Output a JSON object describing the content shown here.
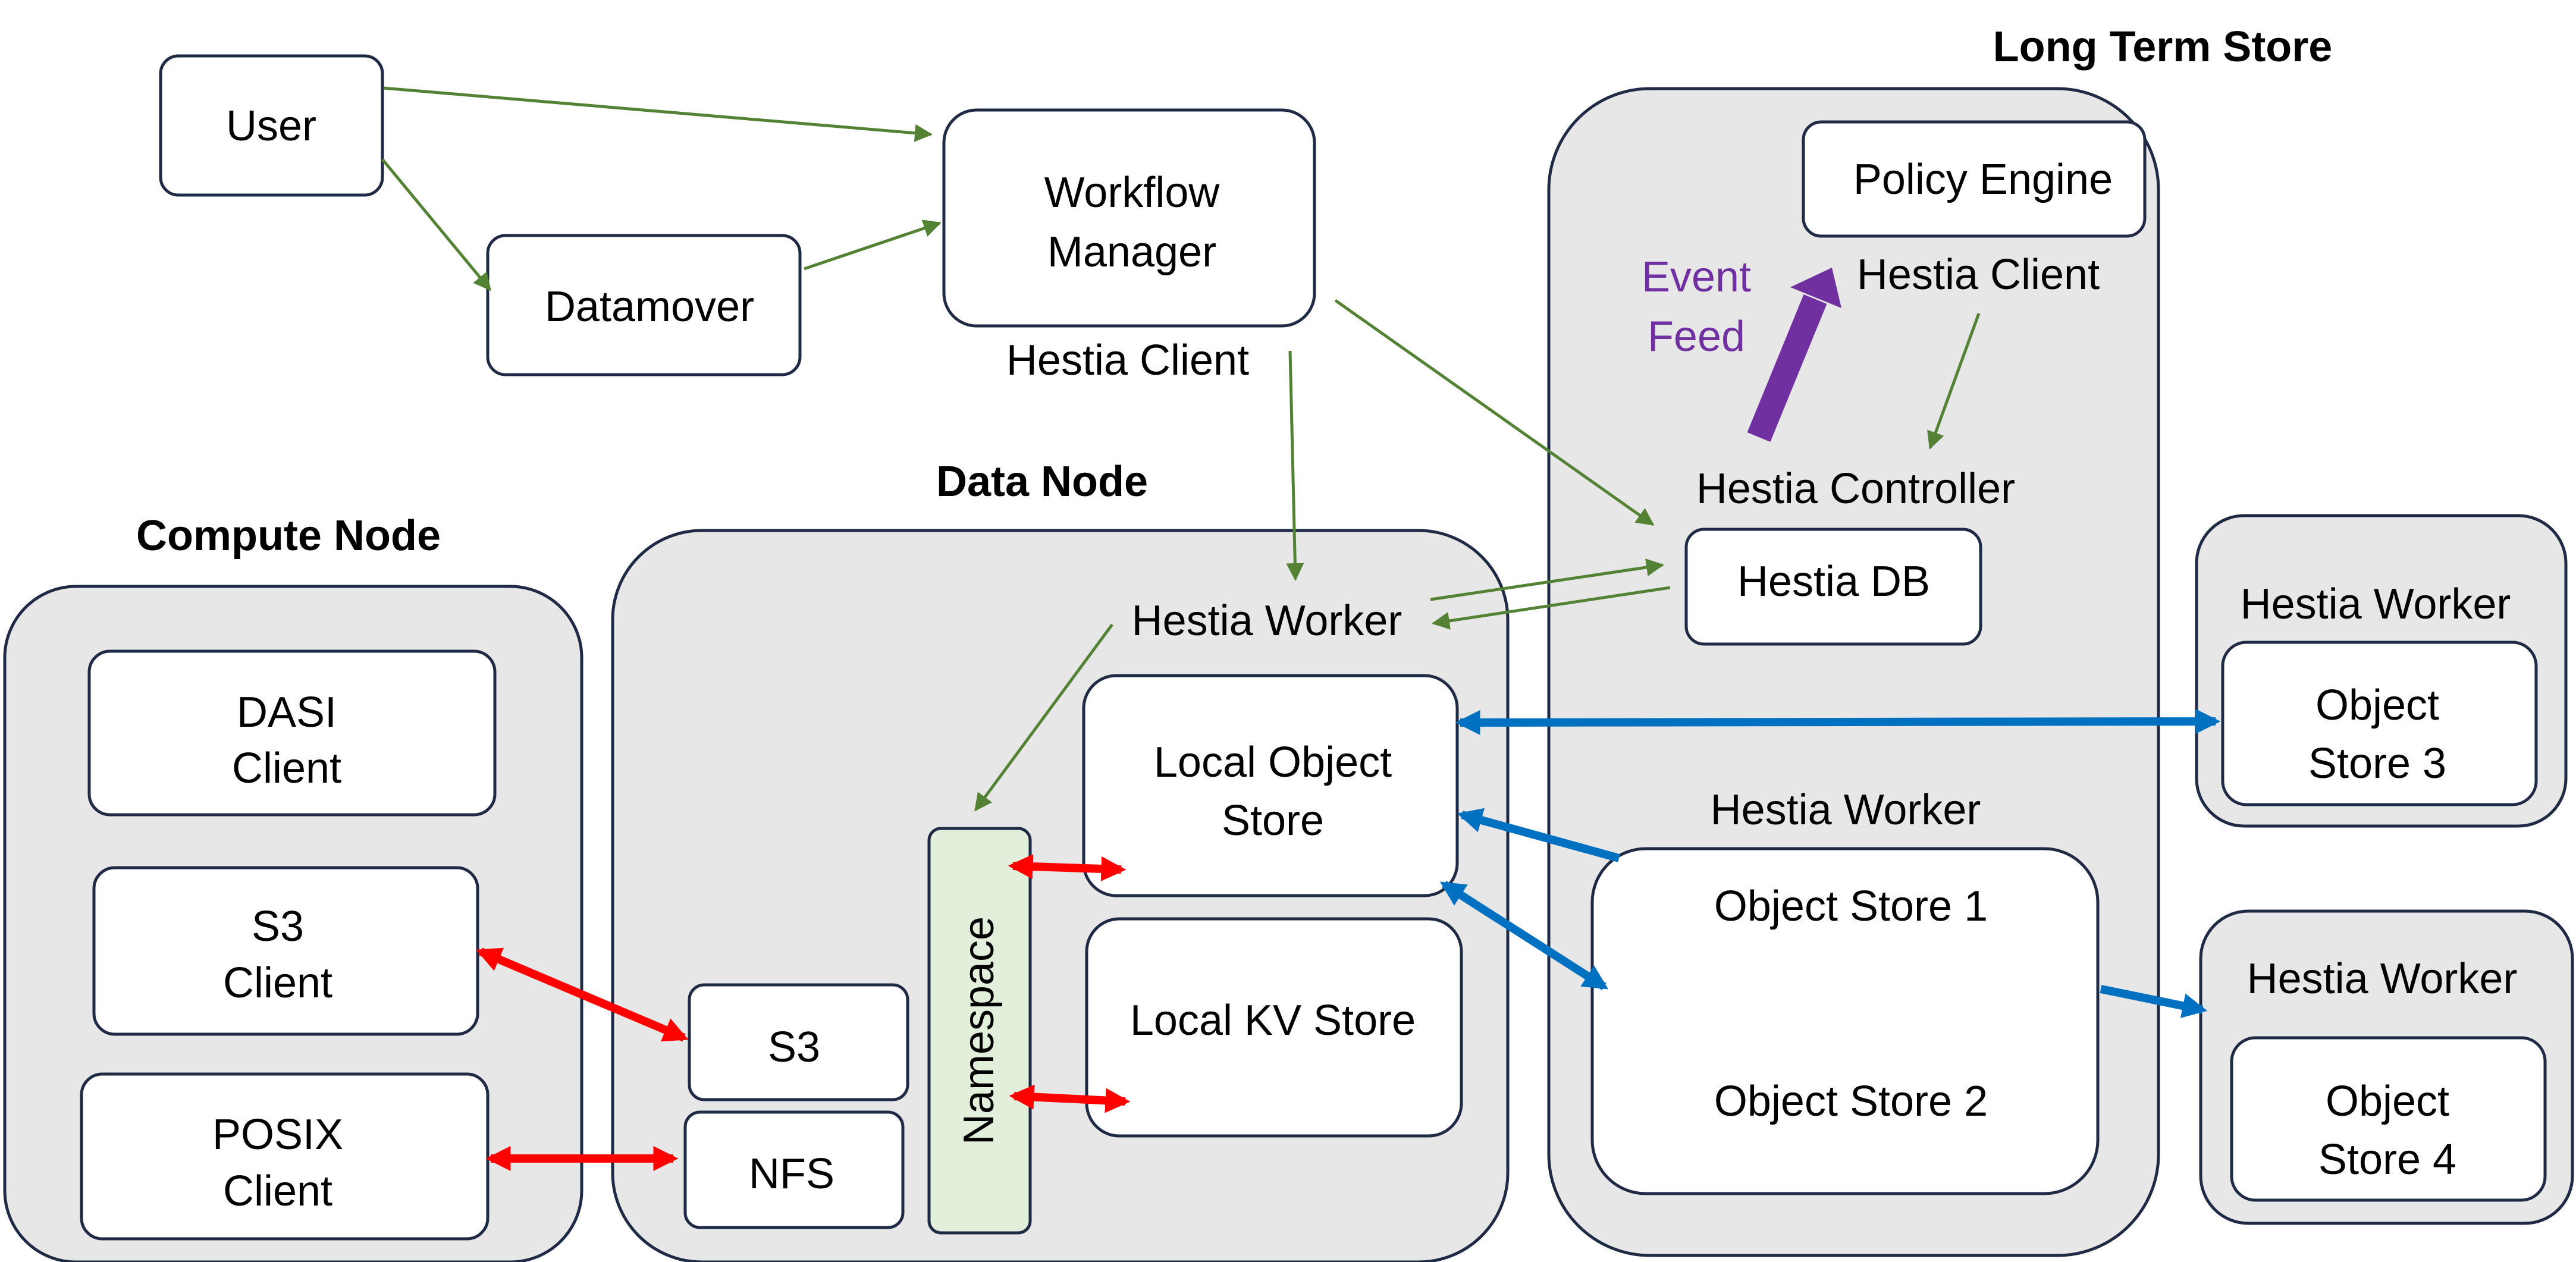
{
  "titles": {
    "compute_node": "Compute Node",
    "data_node": "Data Node",
    "long_term_store": "Long Term Store"
  },
  "labels": {
    "user": "User",
    "datamover": "Datamover",
    "workflow_line1": "Workflow",
    "workflow_line2": "Manager",
    "workflow_hestia_client": "Hestia Client",
    "dasi_line1": "DASI",
    "dasi_line2": "Client",
    "s3_client_line1": "S3",
    "s3_client_line2": "Client",
    "posix_line1": "POSIX",
    "posix_line2": "Client",
    "s3": "S3",
    "nfs": "NFS",
    "namespace": "Namespace",
    "data_node_hestia_worker": "Hestia Worker",
    "local_object_store_line1": "Local Object",
    "local_object_store_line2": "Store",
    "local_kv_store": "Local KV Store",
    "policy_engine": "Policy Engine",
    "lts_hestia_client": "Hestia Client",
    "event_feed_line1": "Event",
    "event_feed_line2": "Feed",
    "hestia_controller": "Hestia Controller",
    "hestia_db": "Hestia DB",
    "lts_hestia_worker": "Hestia Worker",
    "object_store_1": "Object Store 1",
    "object_store_2": "Object Store 2",
    "worker3_label": "Hestia Worker",
    "object_store_3_line1": "Object",
    "object_store_3_line2": "Store 3",
    "worker4_label": "Hestia Worker",
    "object_store_4_line1": "Object",
    "object_store_4_line2": "Store 4"
  },
  "colors": {
    "control_flow": "#548235",
    "posix_s3_link": "#ff0000",
    "object_transfer": "#0070c0",
    "event_feed": "#7030a0",
    "namespace_fill": "#e2efda",
    "container_fill": "#e7e7e7"
  }
}
